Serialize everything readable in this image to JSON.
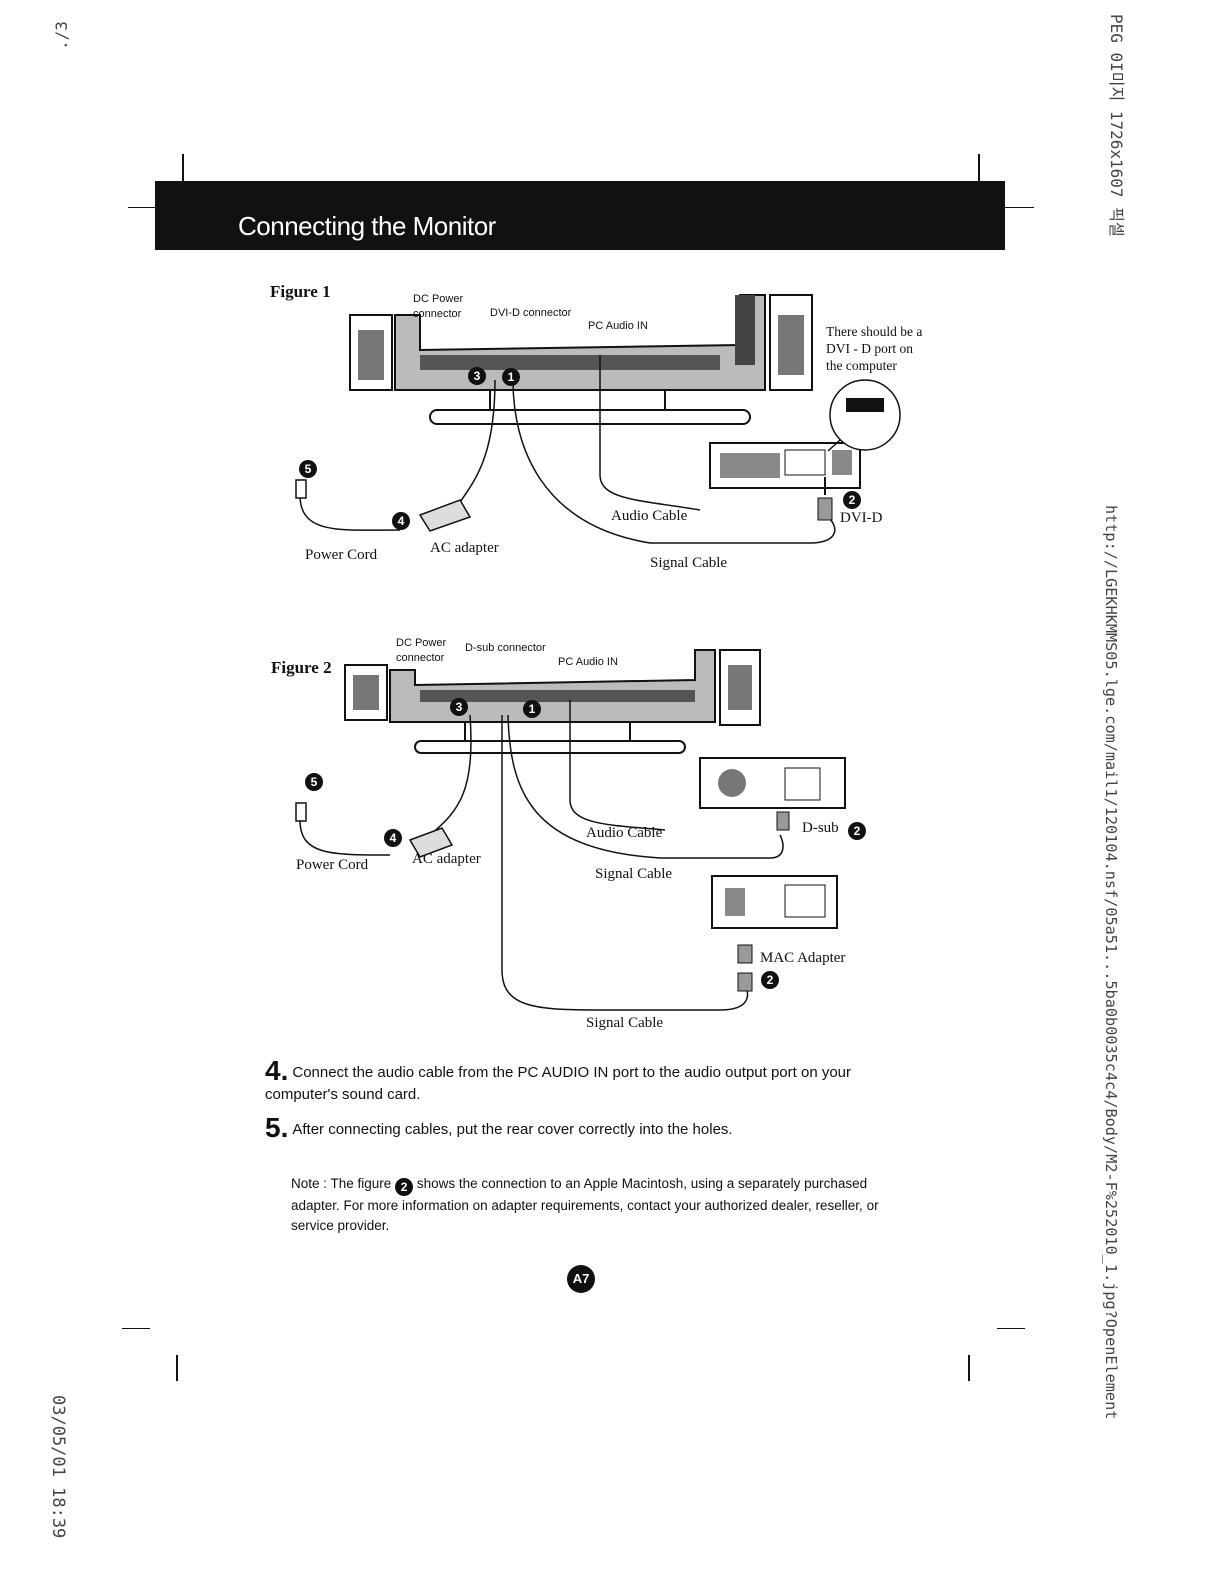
{
  "margin_left_top": "./3",
  "margin_left_bottom": "03/05/01 18:39",
  "margin_right_top": "PEG 0I미지 1726x1607 픽셀",
  "margin_right_url": "http://LGEKHKMMS05.lge.com/mail1/120104.nsf/05a51...5ba0b0035c4c4/Body/M2-F%252010_1.jpg?OpenElement",
  "header": {
    "title": "Connecting the Monitor"
  },
  "figure1": {
    "label": "Figure 1",
    "dc_power": "DC Power",
    "connector": "connector",
    "dvi_connector": "DVI-D connector",
    "pc_audio": "PC Audio IN",
    "note_line1": "There should be a",
    "note_line2": "DVI - D port on",
    "note_line3": "the computer",
    "audio_cable": "Audio Cable",
    "dvi_d": "DVI-D",
    "power_cord": "Power Cord",
    "ac_adapter": "AC adapter",
    "signal_cable": "Signal Cable",
    "n1": "1",
    "n2": "2",
    "n3": "3",
    "n4": "4",
    "n5": "5"
  },
  "figure2": {
    "label": "Figure 2",
    "dc_power": "DC Power",
    "connector": "connector",
    "dsub_connector": "D-sub connector",
    "pc_audio": "PC Audio IN",
    "audio_cable": "Audio Cable",
    "dsub": "D-sub",
    "power_cord": "Power Cord",
    "ac_adapter": "AC adapter",
    "signal_cable": "Signal Cable",
    "mac_adapter": "MAC Adapter",
    "signal_cable_2": "Signal Cable",
    "n1": "1",
    "n2": "2",
    "n2b": "2",
    "n3": "3",
    "n4": "4",
    "n5": "5"
  },
  "steps": [
    {
      "num": "4.",
      "text": "Connect the audio cable from the PC AUDIO IN port to the audio output port on your computer's sound card."
    },
    {
      "num": "5.",
      "text": "After connecting cables, put the rear cover correctly into the holes."
    }
  ],
  "note": {
    "prefix": "Note : The figure",
    "circle": "2",
    "text": "shows the connection to an Apple Macintosh, using a separately purchased adapter. For more information on adapter requirements, contact your authorized dealer, reseller, or service provider."
  },
  "page_number": "A7"
}
